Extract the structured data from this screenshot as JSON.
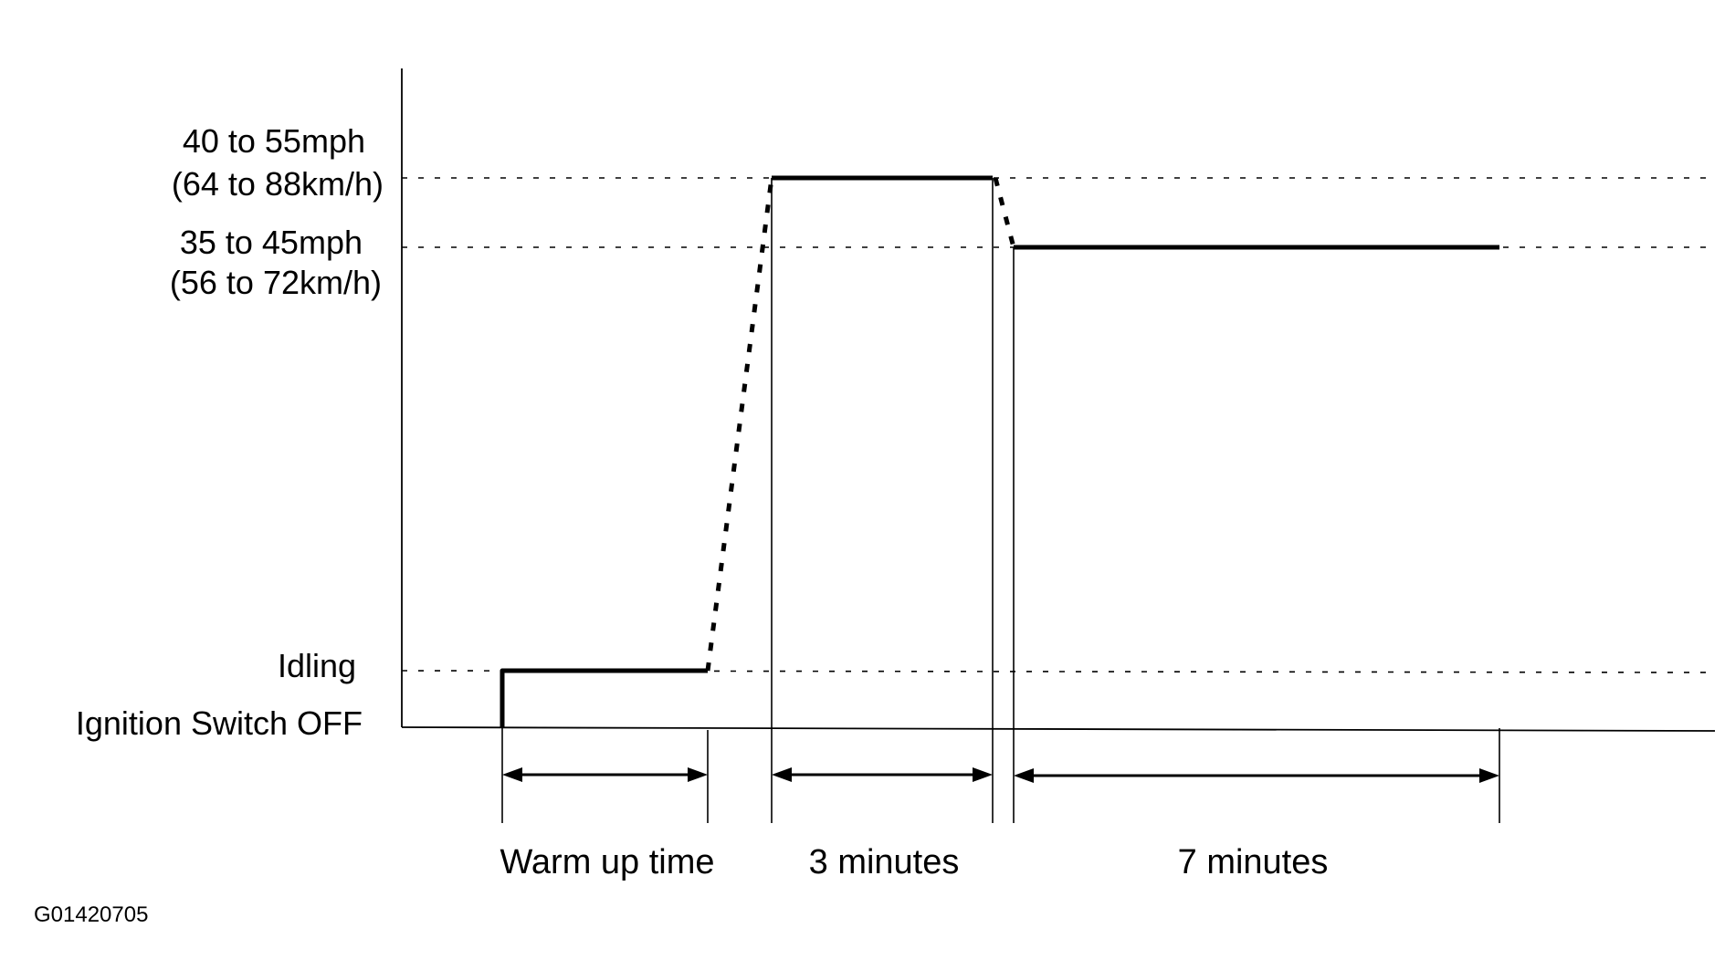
{
  "diagram": {
    "y_levels": [
      {
        "id": "high",
        "line1": "40 to 55mph",
        "line2": "(64 to 88km/h)"
      },
      {
        "id": "mid",
        "line1": "35 to 45mph",
        "line2": "(56 to 72km/h)"
      },
      {
        "id": "idle",
        "line1": "Idling"
      },
      {
        "id": "off",
        "line1": "Ignition Switch OFF"
      }
    ],
    "phases": [
      {
        "label": "Warm up time"
      },
      {
        "label": "3 minutes"
      },
      {
        "label": "7 minutes"
      }
    ],
    "figure_id": "G01420705"
  }
}
